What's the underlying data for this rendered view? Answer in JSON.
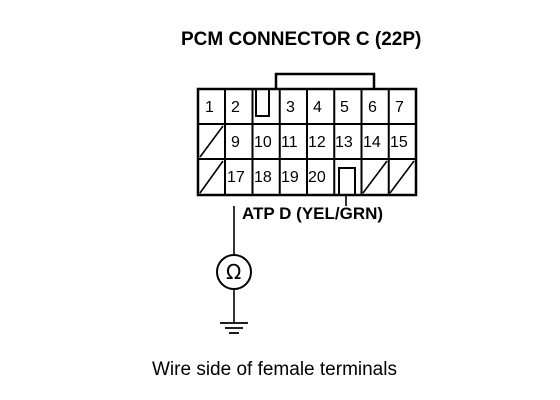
{
  "title": "PCM CONNECTOR C (22P)",
  "connector": {
    "rows": [
      [
        "1",
        "2",
        "",
        "3",
        "4",
        "5",
        "6",
        "7"
      ],
      [
        "",
        "9",
        "10",
        "11",
        "12",
        "13",
        "14",
        "15"
      ],
      [
        "",
        "17",
        "18",
        "19",
        "20",
        "",
        "",
        ""
      ]
    ]
  },
  "wire_label": "ATP D (YEL/GRN)",
  "meter_symbol": "Ω",
  "caption": "Wire side of female terminals"
}
